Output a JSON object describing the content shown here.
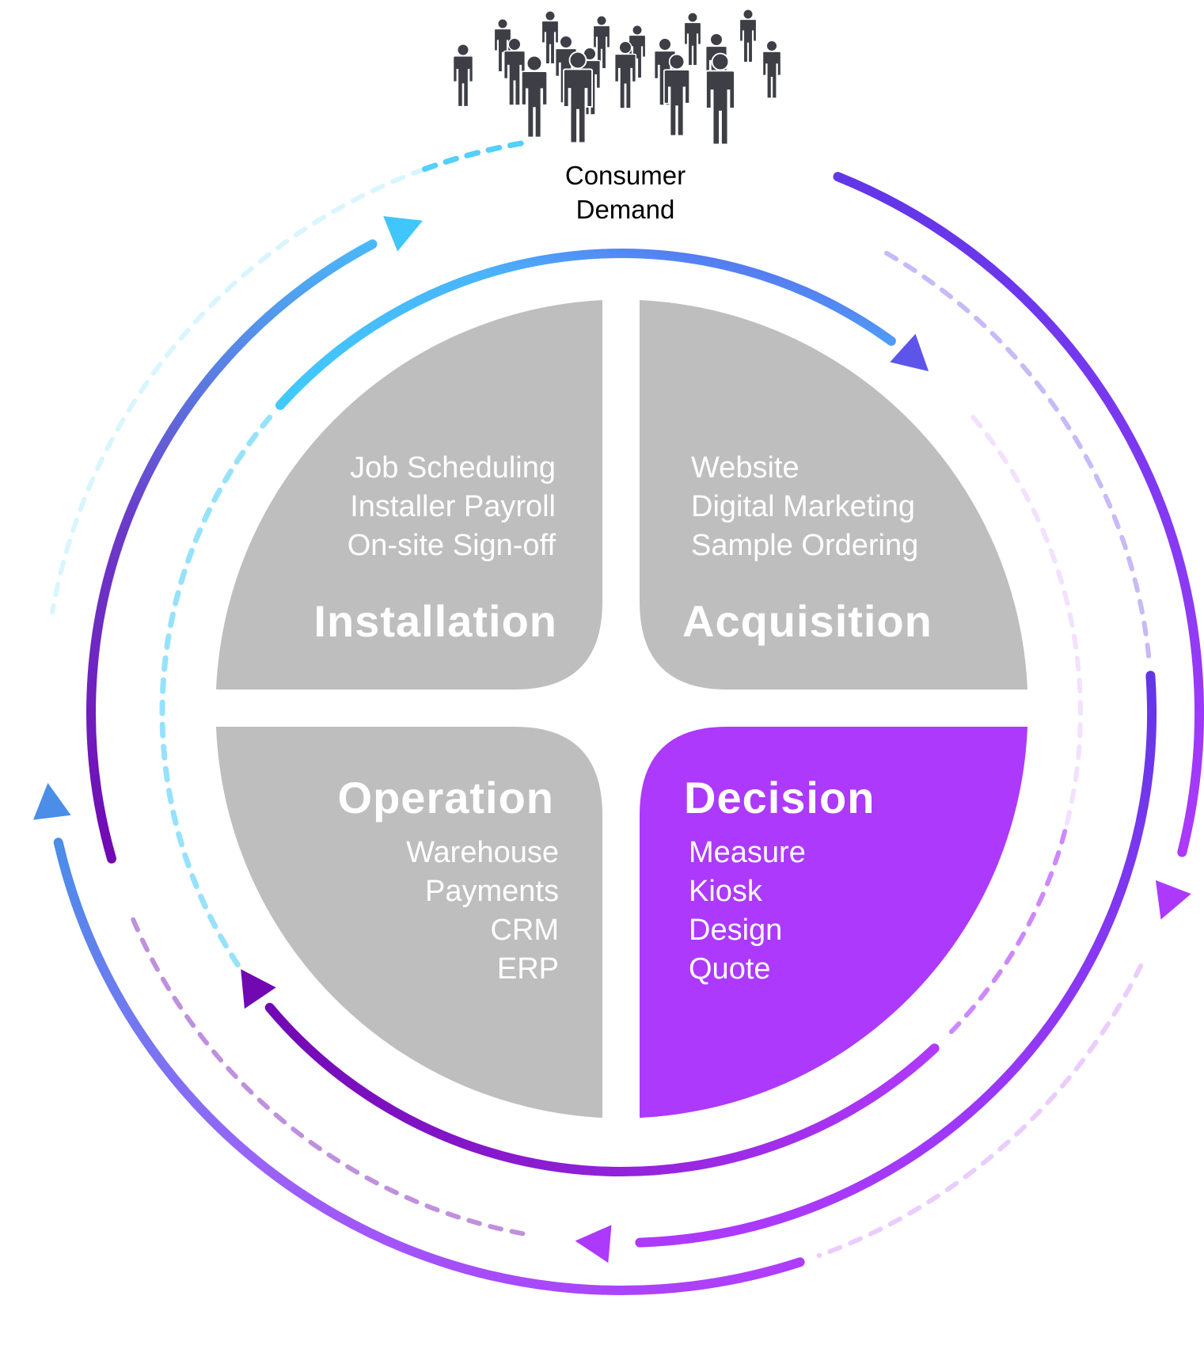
{
  "header": {
    "icon": "crowd-of-people-icon",
    "label_line1": "Consumer",
    "label_line2": "Demand"
  },
  "quadrants": {
    "installation": {
      "title": "Installation",
      "items": [
        "Job Scheduling",
        "Installer Payroll",
        "On-site Sign-off"
      ],
      "color": "#bebebe"
    },
    "acquisition": {
      "title": "Acquisition",
      "items": [
        "Website",
        "Digital Marketing",
        "Sample Ordering"
      ],
      "color": "#bebebe"
    },
    "operation": {
      "title": "Operation",
      "items": [
        "Warehouse",
        "Payments",
        "CRM",
        "ERP"
      ],
      "color": "#bebebe"
    },
    "decision": {
      "title": "Decision",
      "items": [
        "Measure",
        "Kiosk",
        "Design",
        "Quote"
      ],
      "color": "#ad39fc",
      "highlighted": true
    }
  },
  "colors": {
    "cyan": "#40cbfc",
    "blue": "#4a8ee8",
    "indigo": "#6236e8",
    "violet": "#ad39fc",
    "deep_purple": "#7208b4",
    "text_dark": "#000000",
    "people": "#3e3e46"
  },
  "cycle_direction": "clockwise"
}
